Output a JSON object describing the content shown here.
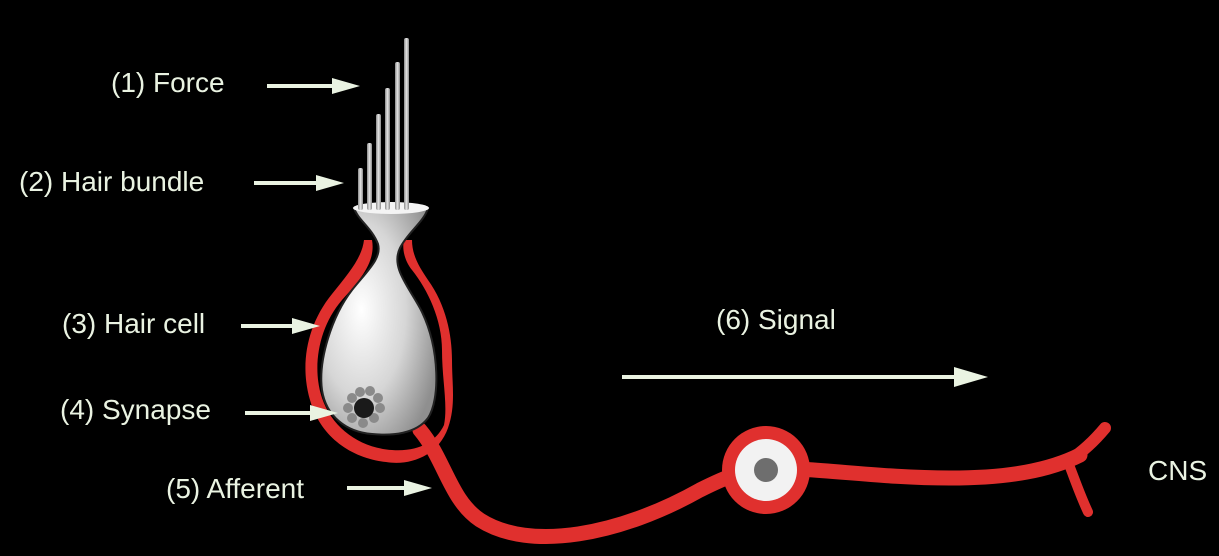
{
  "labels": {
    "force": "(1) Force",
    "hair_bundle": "(2) Hair bundle",
    "hair_cell": "(3) Hair cell",
    "synapse": "(4) Synapse",
    "afferent": "(5) Afferent",
    "signal": "(6) Signal",
    "cns": "CNS"
  },
  "colors": {
    "background": "#000000",
    "label_text": "#eaf3e2",
    "arrow": "#eaf3e2",
    "neuron": "#e0302e",
    "hair_cell_fill": "#d9d9d9",
    "stereocilia": "#b8b8b8",
    "synaptic_vesicle": "#8a8a8a",
    "synapse_ribbon": "#1a1a1a"
  }
}
